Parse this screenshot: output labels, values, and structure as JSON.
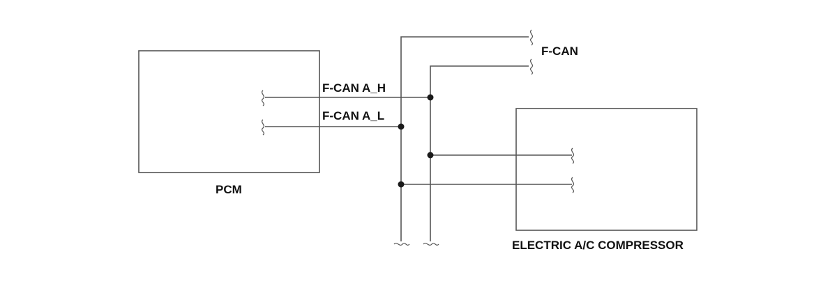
{
  "labels": {
    "pcm": "PCM",
    "compressor": "ELECTRIC A/C COMPRESSOR",
    "bus": "F-CAN",
    "high_wire": "F-CAN A_H",
    "low_wire": "F-CAN A_L"
  }
}
